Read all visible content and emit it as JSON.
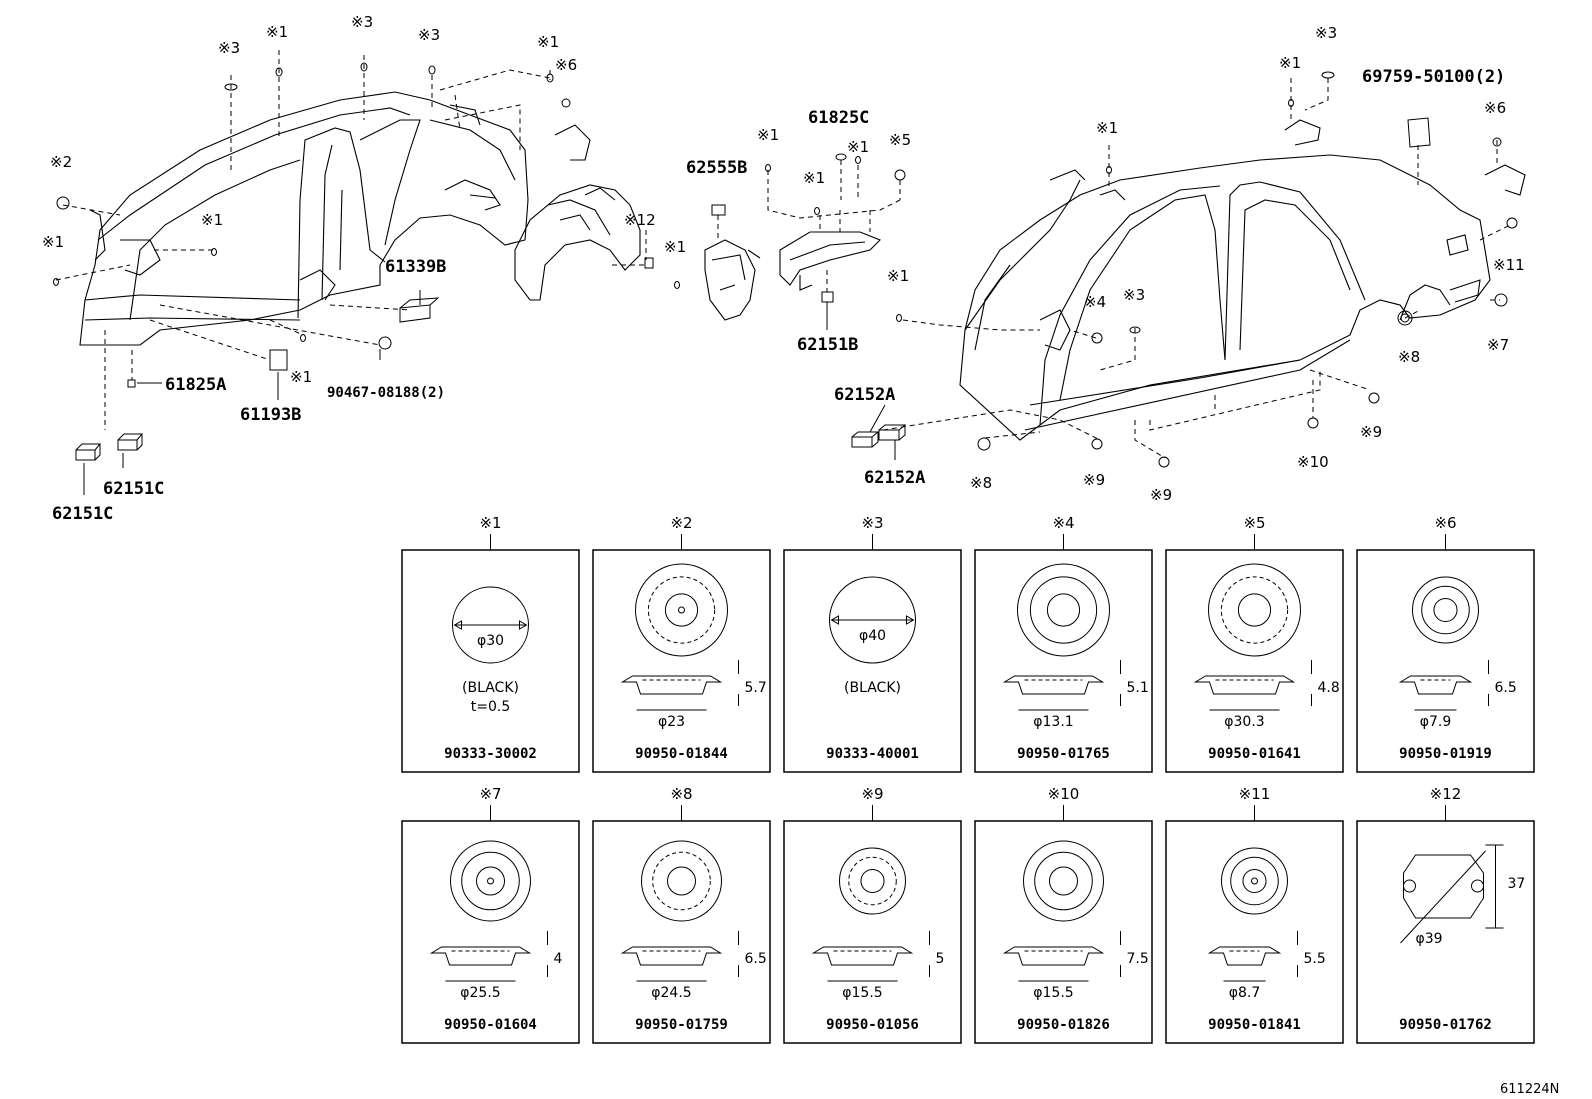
{
  "part_labels": {
    "p61339B": "61339B",
    "p61825A": "61825A",
    "p61193B": "61193B",
    "p90467": "90467-08188(2)",
    "p62151C_a": "62151C",
    "p62151C_b": "62151C",
    "p62555B": "62555B",
    "p61825C": "61825C",
    "p62151B": "62151B",
    "p62152A_a": "62152A",
    "p62152A_b": "62152A",
    "p69759": "69759-50100(2)"
  },
  "callouts": {
    "m1": "※1",
    "m2": "※2",
    "m3": "※3",
    "m4": "※4",
    "m5": "※5",
    "m6": "※6",
    "m7": "※7",
    "m8": "※8",
    "m9": "※9",
    "m10": "※10",
    "m11": "※11",
    "m12": "※12"
  },
  "plugs": [
    {
      "mark": "※1",
      "part_no": "90333-30002",
      "dims": [
        "φ30"
      ],
      "notes": [
        "(BLACK)",
        "t=0.5"
      ]
    },
    {
      "mark": "※2",
      "part_no": "90950-01844",
      "dims": [
        "φ23",
        "5.7"
      ]
    },
    {
      "mark": "※3",
      "part_no": "90333-40001",
      "dims": [
        "φ40"
      ],
      "notes": [
        "(BLACK)"
      ]
    },
    {
      "mark": "※4",
      "part_no": "90950-01765",
      "dims": [
        "φ13.1",
        "5.1"
      ]
    },
    {
      "mark": "※5",
      "part_no": "90950-01641",
      "dims": [
        "φ30.3",
        "4.8"
      ]
    },
    {
      "mark": "※6",
      "part_no": "90950-01919",
      "dims": [
        "φ7.9",
        "6.5"
      ]
    },
    {
      "mark": "※7",
      "part_no": "90950-01604",
      "dims": [
        "φ25.5",
        "4"
      ]
    },
    {
      "mark": "※8",
      "part_no": "90950-01759",
      "dims": [
        "φ24.5",
        "6.5"
      ]
    },
    {
      "mark": "※9",
      "part_no": "90950-01056",
      "dims": [
        "φ15.5",
        "5"
      ]
    },
    {
      "mark": "※10",
      "part_no": "90950-01826",
      "dims": [
        "φ15.5",
        "7.5"
      ]
    },
    {
      "mark": "※11",
      "part_no": "90950-01841",
      "dims": [
        "φ8.7",
        "5.5"
      ]
    },
    {
      "mark": "※12",
      "part_no": "90950-01762",
      "dims": [
        "φ39",
        "37"
      ]
    }
  ],
  "figure_ref": "611224N"
}
